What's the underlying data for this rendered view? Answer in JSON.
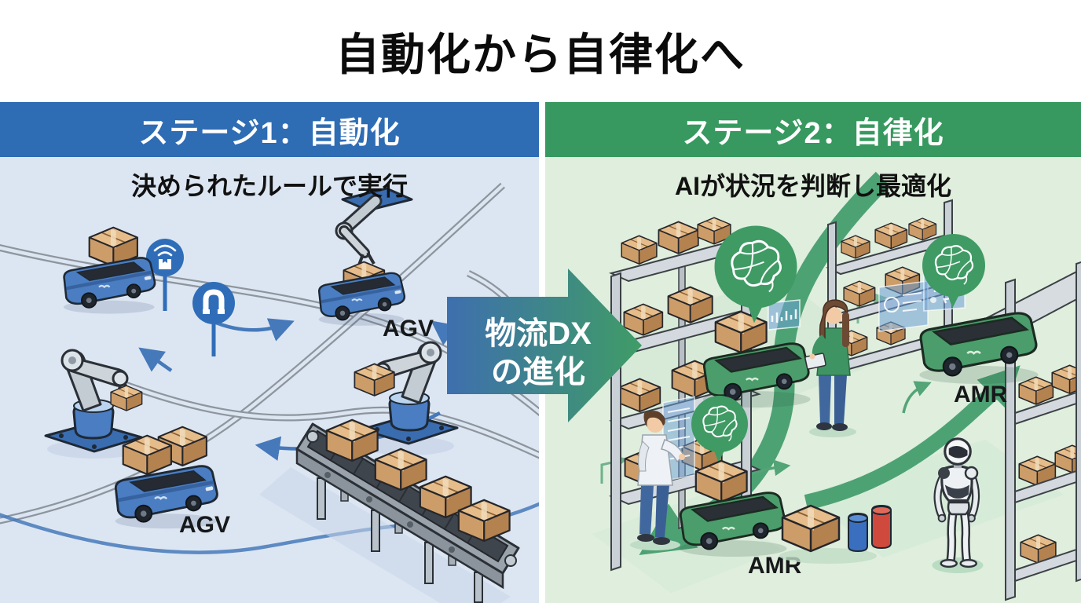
{
  "title": "自動化から自律化へ",
  "stage1": {
    "header": "ステージ1：自動化",
    "subtitle": "決められたルールで実行",
    "vehicle_label_top": "AGV",
    "vehicle_label_bottom": "AGV",
    "colors": {
      "header_bg": "#2e6cb4",
      "panel_bg": "#dce6f2",
      "track": "#8d969e",
      "guide_line": "#4679ba",
      "vehicle": "#4a7dc2",
      "icon_circle": "#2f6db8"
    }
  },
  "stage2": {
    "header": "ステージ2：自律化",
    "subtitle": "AIが状況を判断し最適化",
    "vehicle_label_right": "AMR",
    "vehicle_label_bottom": "AMR",
    "colors": {
      "header_bg": "#37995f",
      "panel_bg": "#dfeedd",
      "path": "#4da274",
      "vehicle": "#4b9d6b",
      "brain_bubble": "#3f9a64"
    }
  },
  "transition": {
    "line1": "物流DX",
    "line2": "の進化",
    "gradient_from": "#3e6fae",
    "gradient_to": "#3f9c66"
  },
  "icons": {
    "stage1": [
      "wifi-tag-icon",
      "magnet-guide-icon",
      "robot-arm-icon",
      "conveyor-icon"
    ],
    "stage2": [
      "ai-brain-icon",
      "hologram-panel-icon",
      "humanoid-robot-icon"
    ]
  }
}
